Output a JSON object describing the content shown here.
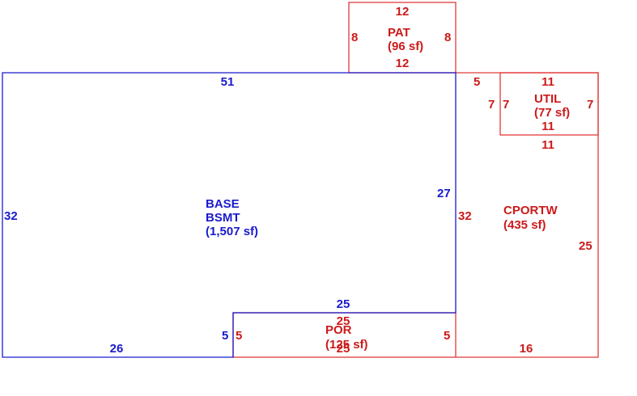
{
  "colors": {
    "base": "#1a1acc",
    "addon": "#cc1a1a"
  },
  "areas": {
    "base": {
      "name": "BASE",
      "sub": "BSMT",
      "area": "(1,507 sf)"
    },
    "pat": {
      "name": "PAT",
      "area": "(96 sf)"
    },
    "util": {
      "name": "UTIL",
      "area": "(77 sf)"
    },
    "cportw": {
      "name": "CPORTW",
      "area": "(435 sf)"
    },
    "por": {
      "name": "POR",
      "area": "(125 sf)"
    }
  },
  "dims": {
    "base_top": "51",
    "base_left": "32",
    "base_right": "27",
    "base_bottom": "26",
    "base_step_v": "5",
    "base_step_h": "25",
    "pat_top": "12",
    "pat_bottom": "12",
    "pat_left": "8",
    "pat_right": "8",
    "util_top": "11",
    "util_bottom": "11",
    "util_left": "7",
    "util_right": "7",
    "cport_top_gap": "5",
    "cport_util_left": "7",
    "cport_under_util": "11",
    "cport_left": "32",
    "cport_right": "25",
    "cport_bottom": "16",
    "por_top": "25",
    "por_bottom": "25",
    "por_left": "5",
    "por_right": "5"
  }
}
